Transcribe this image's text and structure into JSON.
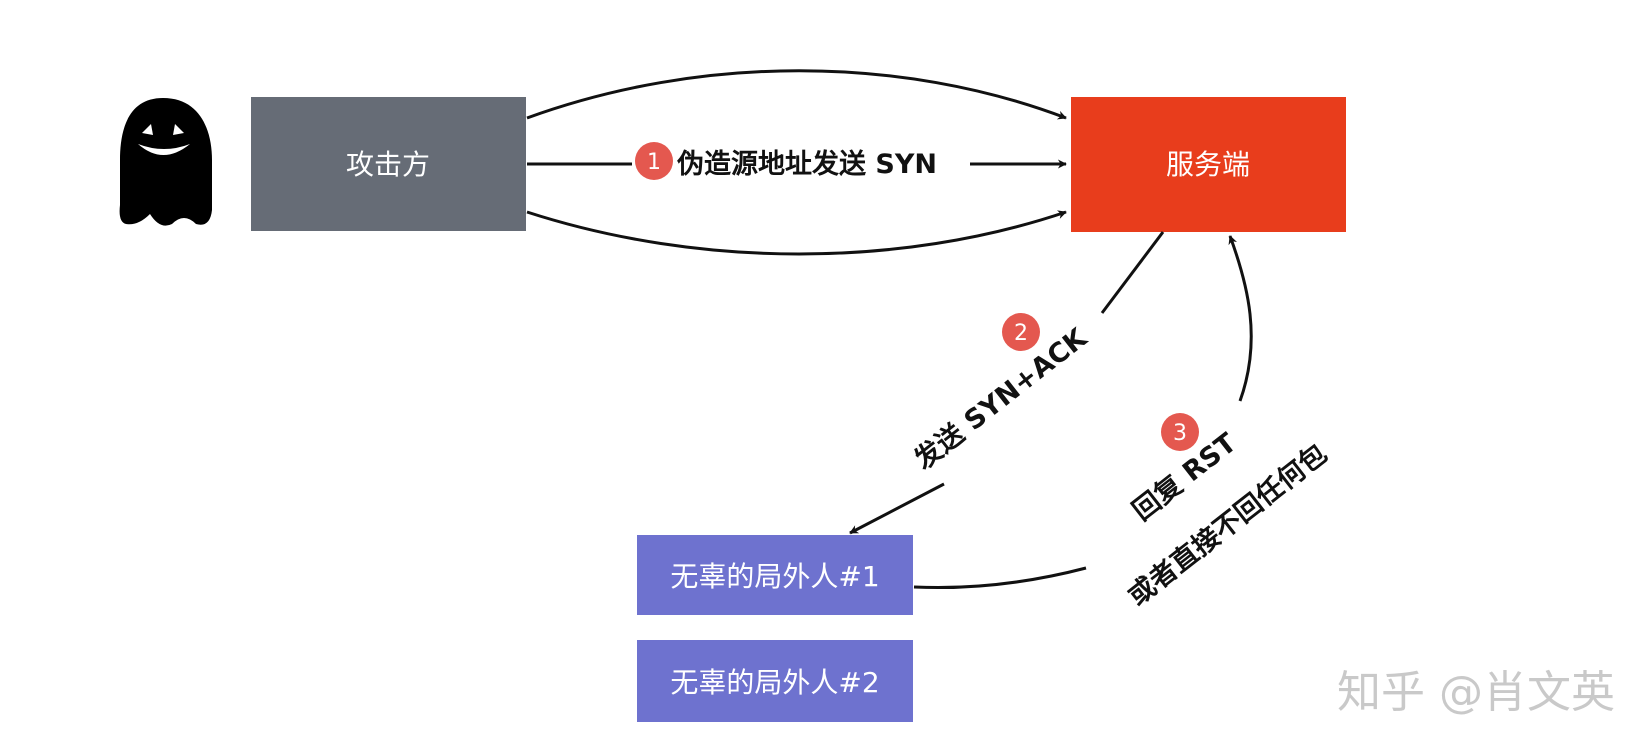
{
  "colors": {
    "attacker": "#666c76",
    "server": "#e83d1c",
    "bystander": "#6e72cf",
    "badge": "#e4584f",
    "edge": "#111111"
  },
  "icons": {
    "attacker_avatar": "ghost-icon"
  },
  "nodes": {
    "attacker": {
      "label": "攻击方"
    },
    "server": {
      "label": "服务端"
    },
    "bystander1": {
      "label": "无辜的局外人#1"
    },
    "bystander2": {
      "label": "无辜的局外人#2"
    }
  },
  "steps": [
    {
      "number": "1",
      "label": "伪造源地址发送 SYN"
    },
    {
      "number": "2",
      "label": "发送 SYN+ACK"
    },
    {
      "number": "3",
      "label_line1": "回复 RST",
      "label_line2": "或者直接不回任何包"
    }
  ],
  "watermark": "知乎 @肖文英"
}
